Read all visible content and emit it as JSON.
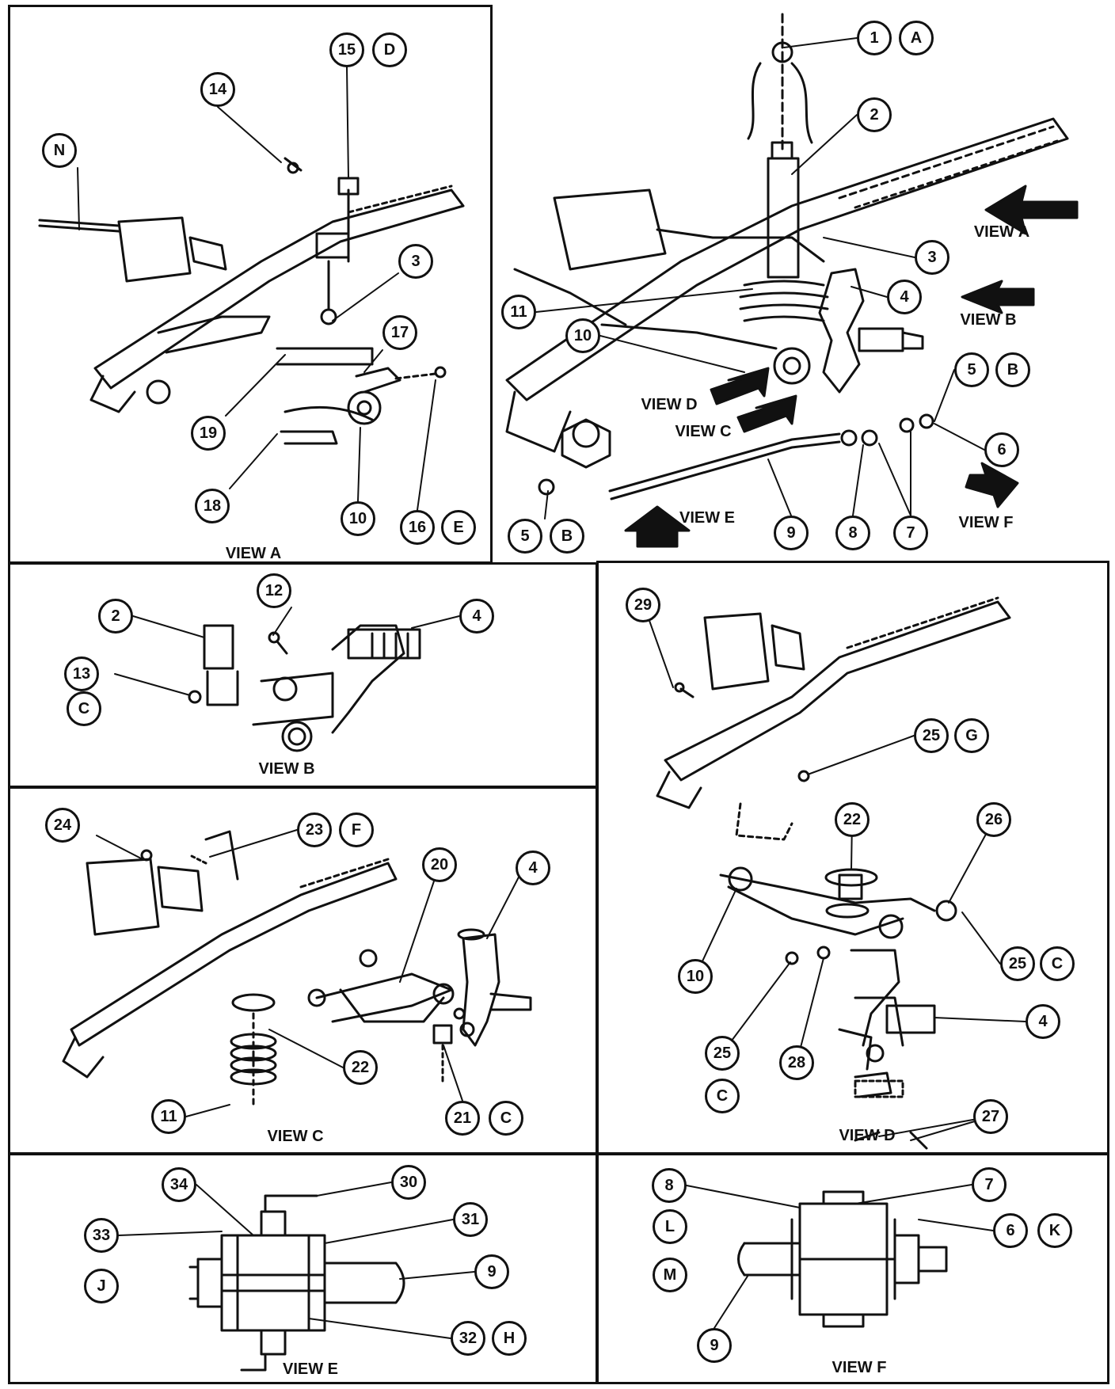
{
  "view_titles": {
    "view_a": "VIEW A",
    "view_b": "VIEW B",
    "view_c": "VIEW C",
    "view_d": "VIEW D",
    "view_e": "VIEW E",
    "view_f": "VIEW F"
  },
  "main_view_arrows": {
    "view_a": "VIEW A",
    "view_b": "VIEW B",
    "view_c": "VIEW C",
    "view_d": "VIEW D",
    "view_e": "VIEW E",
    "view_f": "VIEW F"
  },
  "callouts": {
    "main": [
      "1",
      "A",
      "2",
      "3",
      "4",
      "11",
      "10",
      "5",
      "B",
      "6",
      "9",
      "8",
      "7",
      "5",
      "B"
    ],
    "view_a": [
      "15",
      "D",
      "14",
      "N",
      "3",
      "17",
      "19",
      "18",
      "10",
      "16",
      "E"
    ],
    "view_b": [
      "12",
      "2",
      "4",
      "13",
      "C"
    ],
    "view_c": [
      "24",
      "23",
      "F",
      "20",
      "4",
      "22",
      "11",
      "21",
      "C"
    ],
    "view_d": [
      "29",
      "25",
      "G",
      "22",
      "26",
      "10",
      "25",
      "C",
      "25",
      "28",
      "4",
      "C",
      "27"
    ],
    "view_e": [
      "34",
      "30",
      "33",
      "31",
      "9",
      "J",
      "32",
      "H"
    ],
    "view_f": [
      "8",
      "7",
      "L",
      "6",
      "K",
      "M",
      "9"
    ]
  }
}
